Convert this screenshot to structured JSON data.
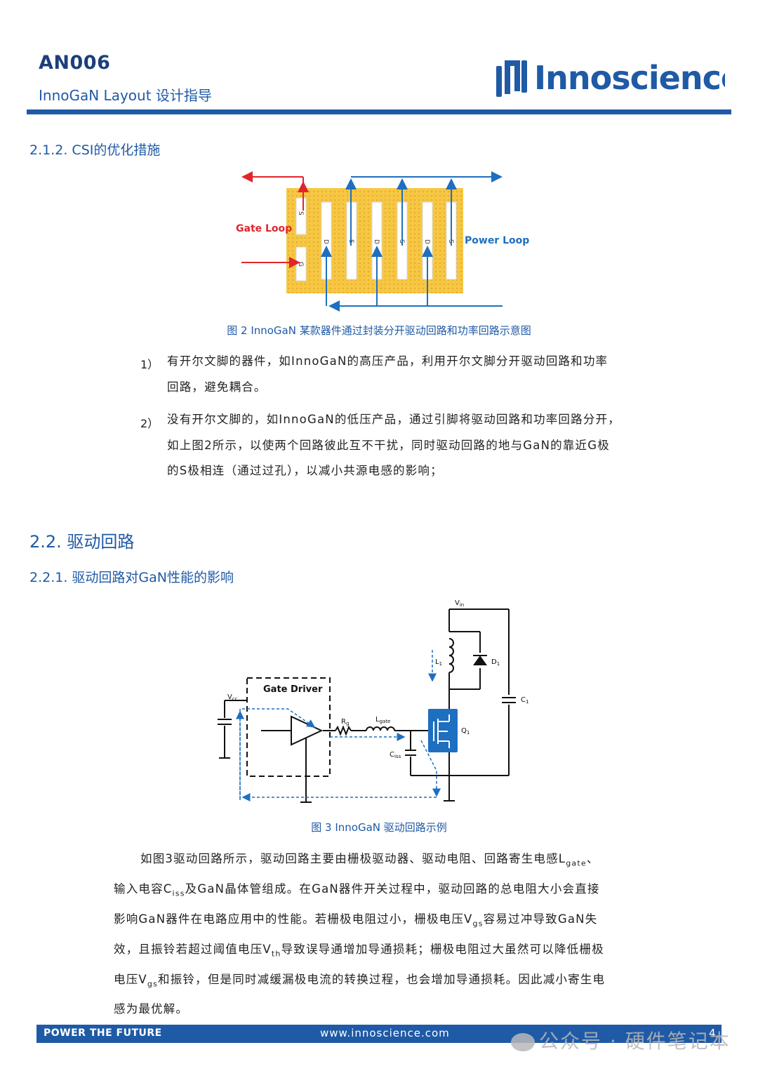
{
  "header": {
    "doc_id": "AN006",
    "subtitle": "InnoGaN Layout 设计指导",
    "logo_text": "Innoscience",
    "brand_color": "#1f5aa6"
  },
  "section_212": {
    "heading": "2.1.2. CSI的优化措施",
    "figure": {
      "label_gate_loop": "Gate Loop",
      "label_power_loop": "Power Loop",
      "pin_labels": [
        "S",
        "G",
        "D",
        "S",
        "D",
        "S",
        "D",
        "S"
      ],
      "caption": "图 2 InnoGaN 某款器件通过封装分开驱动回路和功率回路示意图"
    },
    "items": [
      {
        "num": "1）",
        "lines": [
          "有开尔文脚的器件，如InnoGaN的高压产品，利用开尔文脚分开驱动回路和功率",
          "回路，避免耦合。"
        ]
      },
      {
        "num": "2）",
        "lines": [
          "没有开尔文脚的，如InnoGaN的低压产品，通过引脚将驱动回路和功率回路分开，",
          "如上图2所示，以使两个回路彼此互不干扰，同时驱动回路的地与GaN的靠近G极",
          "的S极相连（通过过孔），以减小共源电感的影响；"
        ]
      }
    ]
  },
  "section_22": {
    "heading": "2.2. 驱动回路"
  },
  "section_221": {
    "heading": "2.2.1. 驱动回路对GaN性能的影响",
    "figure": {
      "vin": "V",
      "vin_sub": "in",
      "vcc": "V",
      "vcc_sub": "cc",
      "gate_driver": "Gate Driver",
      "rg": "R",
      "rg_sub": "g",
      "lgate": "L",
      "lgate_sub": "gate",
      "ciss": "C",
      "ciss_sub": "iss",
      "l1": "L",
      "l1_sub": "1",
      "d1": "D",
      "d1_sub": "1",
      "c1": "C",
      "c1_sub": "1",
      "q1": "Q",
      "q1_sub": "1",
      "caption": "图 3 InnoGaN 驱动回路示例"
    },
    "paragraph": {
      "l1a": "如图3驱动回路所示，驱动回路主要由栅极驱动器、驱动电阻、回路寄生电感L",
      "l1_sub": "gate",
      "l1b": "、",
      "l2a": "输入电容C",
      "l2_sub": "iss",
      "l2b": "及GaN晶体管组成。在GaN器件开关过程中，驱动回路的总电阻大小会直接",
      "l3a": "影响GaN器件在电路应用中的性能。若栅极电阻过小，栅极电压V",
      "l3_sub": "gs",
      "l3b": "容易过冲导致GaN失",
      "l4a": "效，且振铃若超过阈值电压V",
      "l4_sub": "th",
      "l4b": "导致误导通增加导通损耗；栅极电阻过大虽然可以降低栅极",
      "l5a": "电压V",
      "l5_sub": "gs",
      "l5b": "和振铃，但是同时减缓漏极电流的转换过程，也会增加导通损耗。因此减小寄生电",
      "l6": "感为最优解。"
    }
  },
  "footer": {
    "slogan": "POWER THE FUTURE",
    "url": "www.innoscience.com",
    "page": "4",
    "watermark": "公众号 · 硬件笔记本"
  }
}
